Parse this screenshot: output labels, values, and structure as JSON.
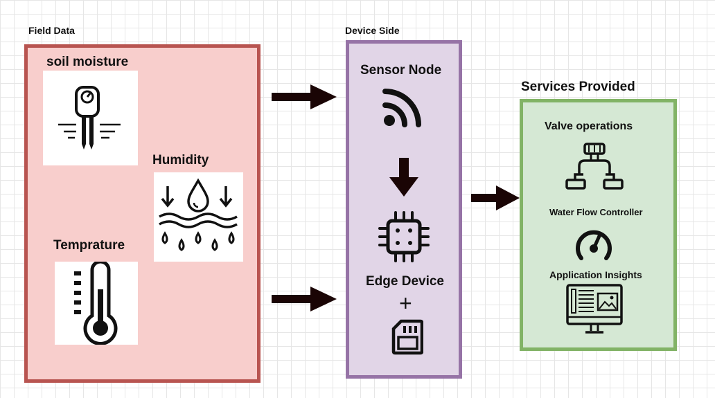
{
  "field": {
    "title": "Field Data",
    "soil_label": "soil moisture",
    "humidity_label": "Humidity",
    "temperature_label": "Temprature",
    "fill": "#f8cecc",
    "stroke": "#b85450"
  },
  "device": {
    "title": "Device Side",
    "sensor_label": "Sensor Node",
    "edge_label": "Edge Device",
    "plus": "+",
    "fill": "#e1d5e7",
    "stroke": "#9673a6"
  },
  "services": {
    "title": "Services Provided",
    "valve_label": "Valve operations",
    "flow_label": "Water Flow Controller",
    "insights_label": "Application Insights",
    "fill": "#d5e8d4",
    "stroke": "#82b366"
  },
  "icons": {
    "soil": "soil-moisture-sensor-icon",
    "humidity": "humidity-icon",
    "temperature": "thermometer-icon",
    "sensor": "wifi-signal-icon",
    "edge": "microchip-icon",
    "storage": "sd-card-icon",
    "valve": "valve-icon",
    "flow": "gauge-icon",
    "insights": "monitor-dashboard-icon"
  },
  "arrow_color": "#1a0505"
}
